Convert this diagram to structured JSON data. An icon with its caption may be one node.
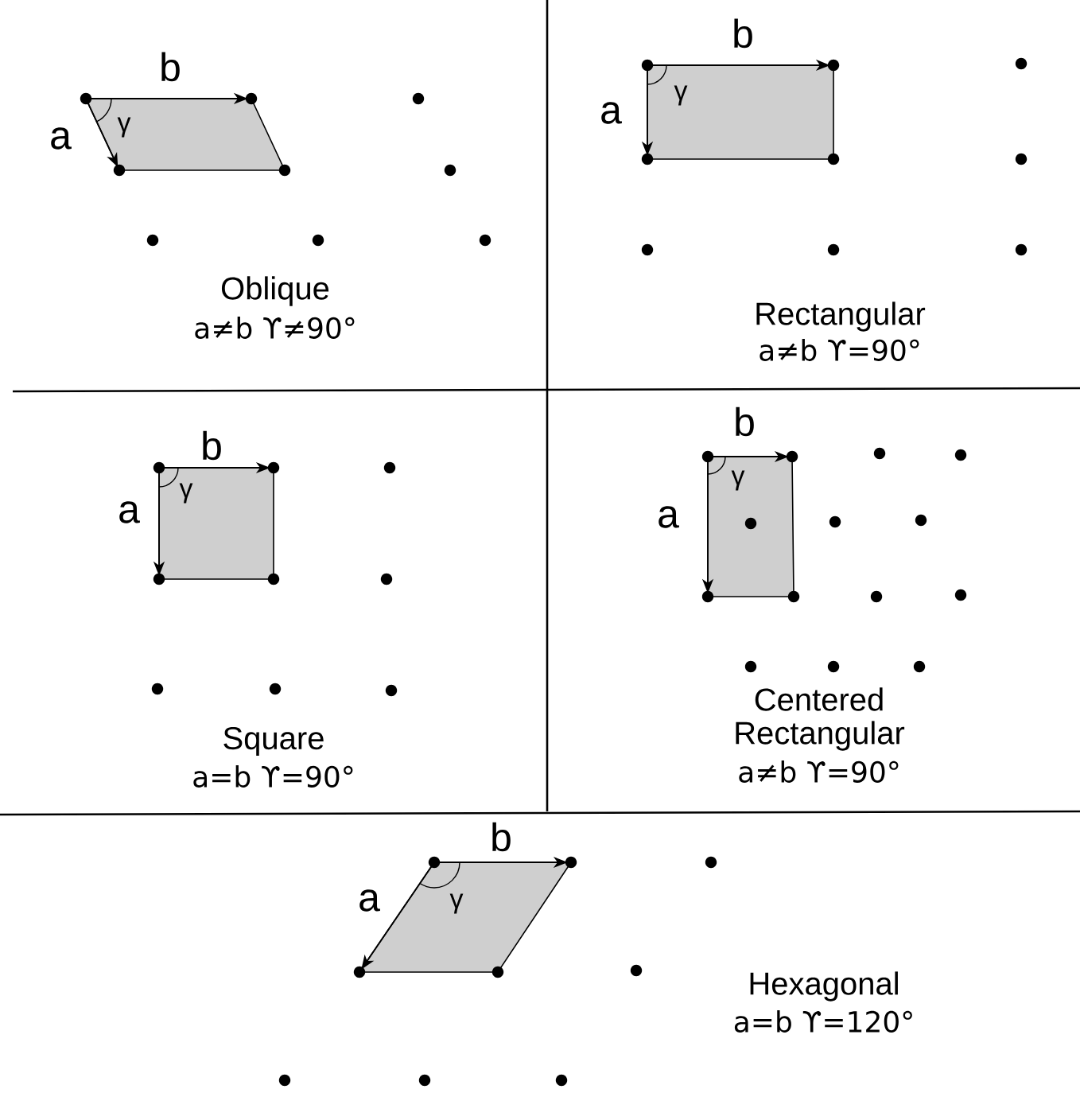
{
  "diagram": {
    "labels": [
      "b",
      "a",
      "γ",
      "Oblique",
      "a≠b ϒ≠90°",
      "b",
      "a",
      "γ",
      "Rectangular",
      "a≠b ϒ=90°",
      "b",
      "a",
      "γ",
      "Square",
      "a=b ϒ=90°",
      "b",
      "a",
      "γ",
      "Centered Rectangular",
      "a≠b ϒ=90°",
      "b",
      "a",
      "γ",
      "Hexagonal",
      "a=b ϒ=120°"
    ]
  }
}
